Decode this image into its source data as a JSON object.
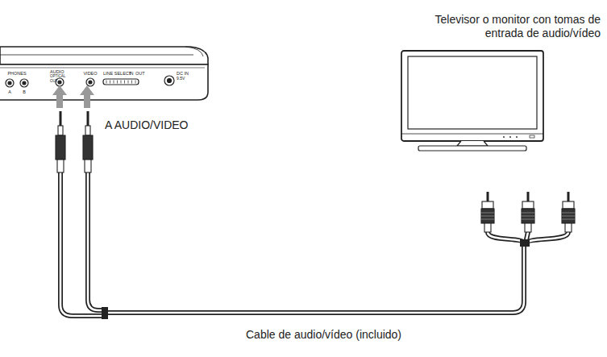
{
  "diagram": {
    "caption": "Cable de audio/vídeo (incluido)",
    "nodes": [
      {
        "text": [
          "Televisor o monitor con tomas de entrada de audio/vídeo"
        ]
      }
    ],
    "labels": [
      "PHONES",
      "A",
      "B",
      "AUDIO",
      "OPTICAL",
      "OUT",
      "VIDEO",
      "LINE SELECT",
      "IN",
      "OUT",
      "DC IN",
      "9.5V",
      "A AUDIO/VIDEO"
    ]
  }
}
